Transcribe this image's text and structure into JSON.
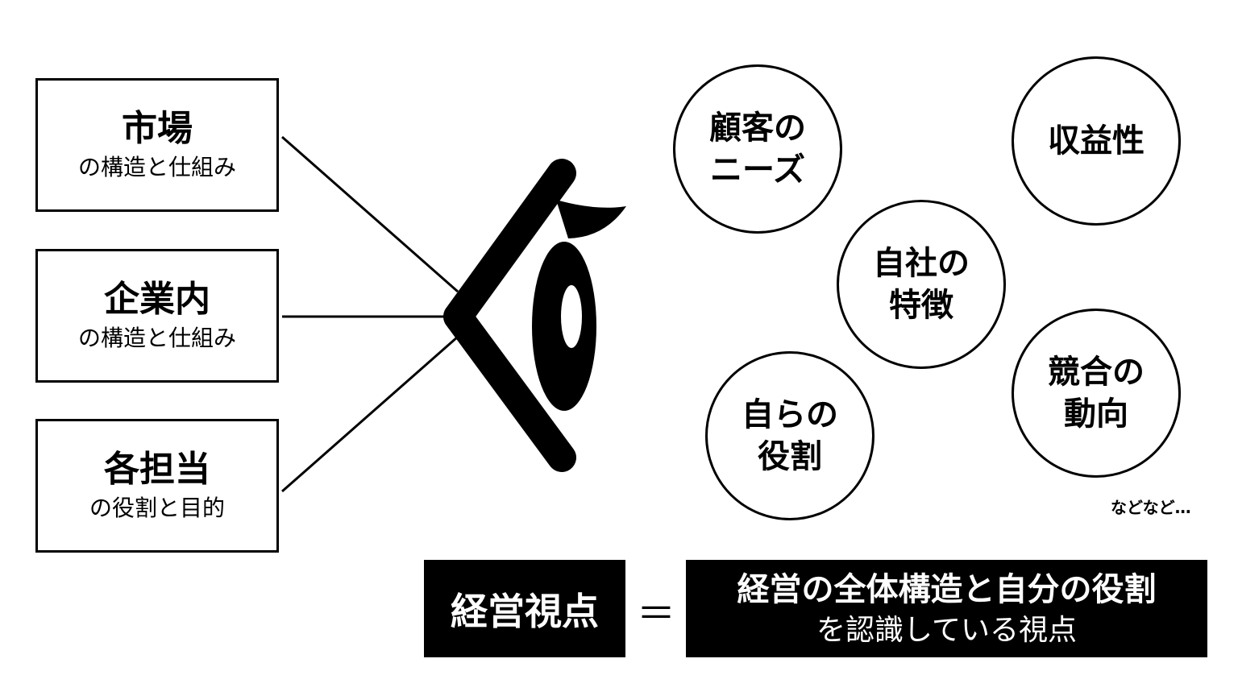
{
  "boxes": [
    {
      "title": "市場",
      "sub": "の構造と仕組み"
    },
    {
      "title": "企業内",
      "sub": "の構造と仕組み"
    },
    {
      "title": "各担当",
      "sub": "の役割と目的"
    }
  ],
  "circles": [
    {
      "line1": "顧客の",
      "line2": "ニーズ"
    },
    {
      "line1": "収益性",
      "line2": ""
    },
    {
      "line1": "自社の",
      "line2": "特徴"
    },
    {
      "line1": "自らの",
      "line2": "役割"
    },
    {
      "line1": "競合の",
      "line2": "動向"
    }
  ],
  "etc": "などなど…",
  "equation": {
    "left": "経営視点",
    "equals": "＝",
    "right_line1": "経営の全体構造と自分の役割",
    "right_line2": "を認識している視点"
  }
}
